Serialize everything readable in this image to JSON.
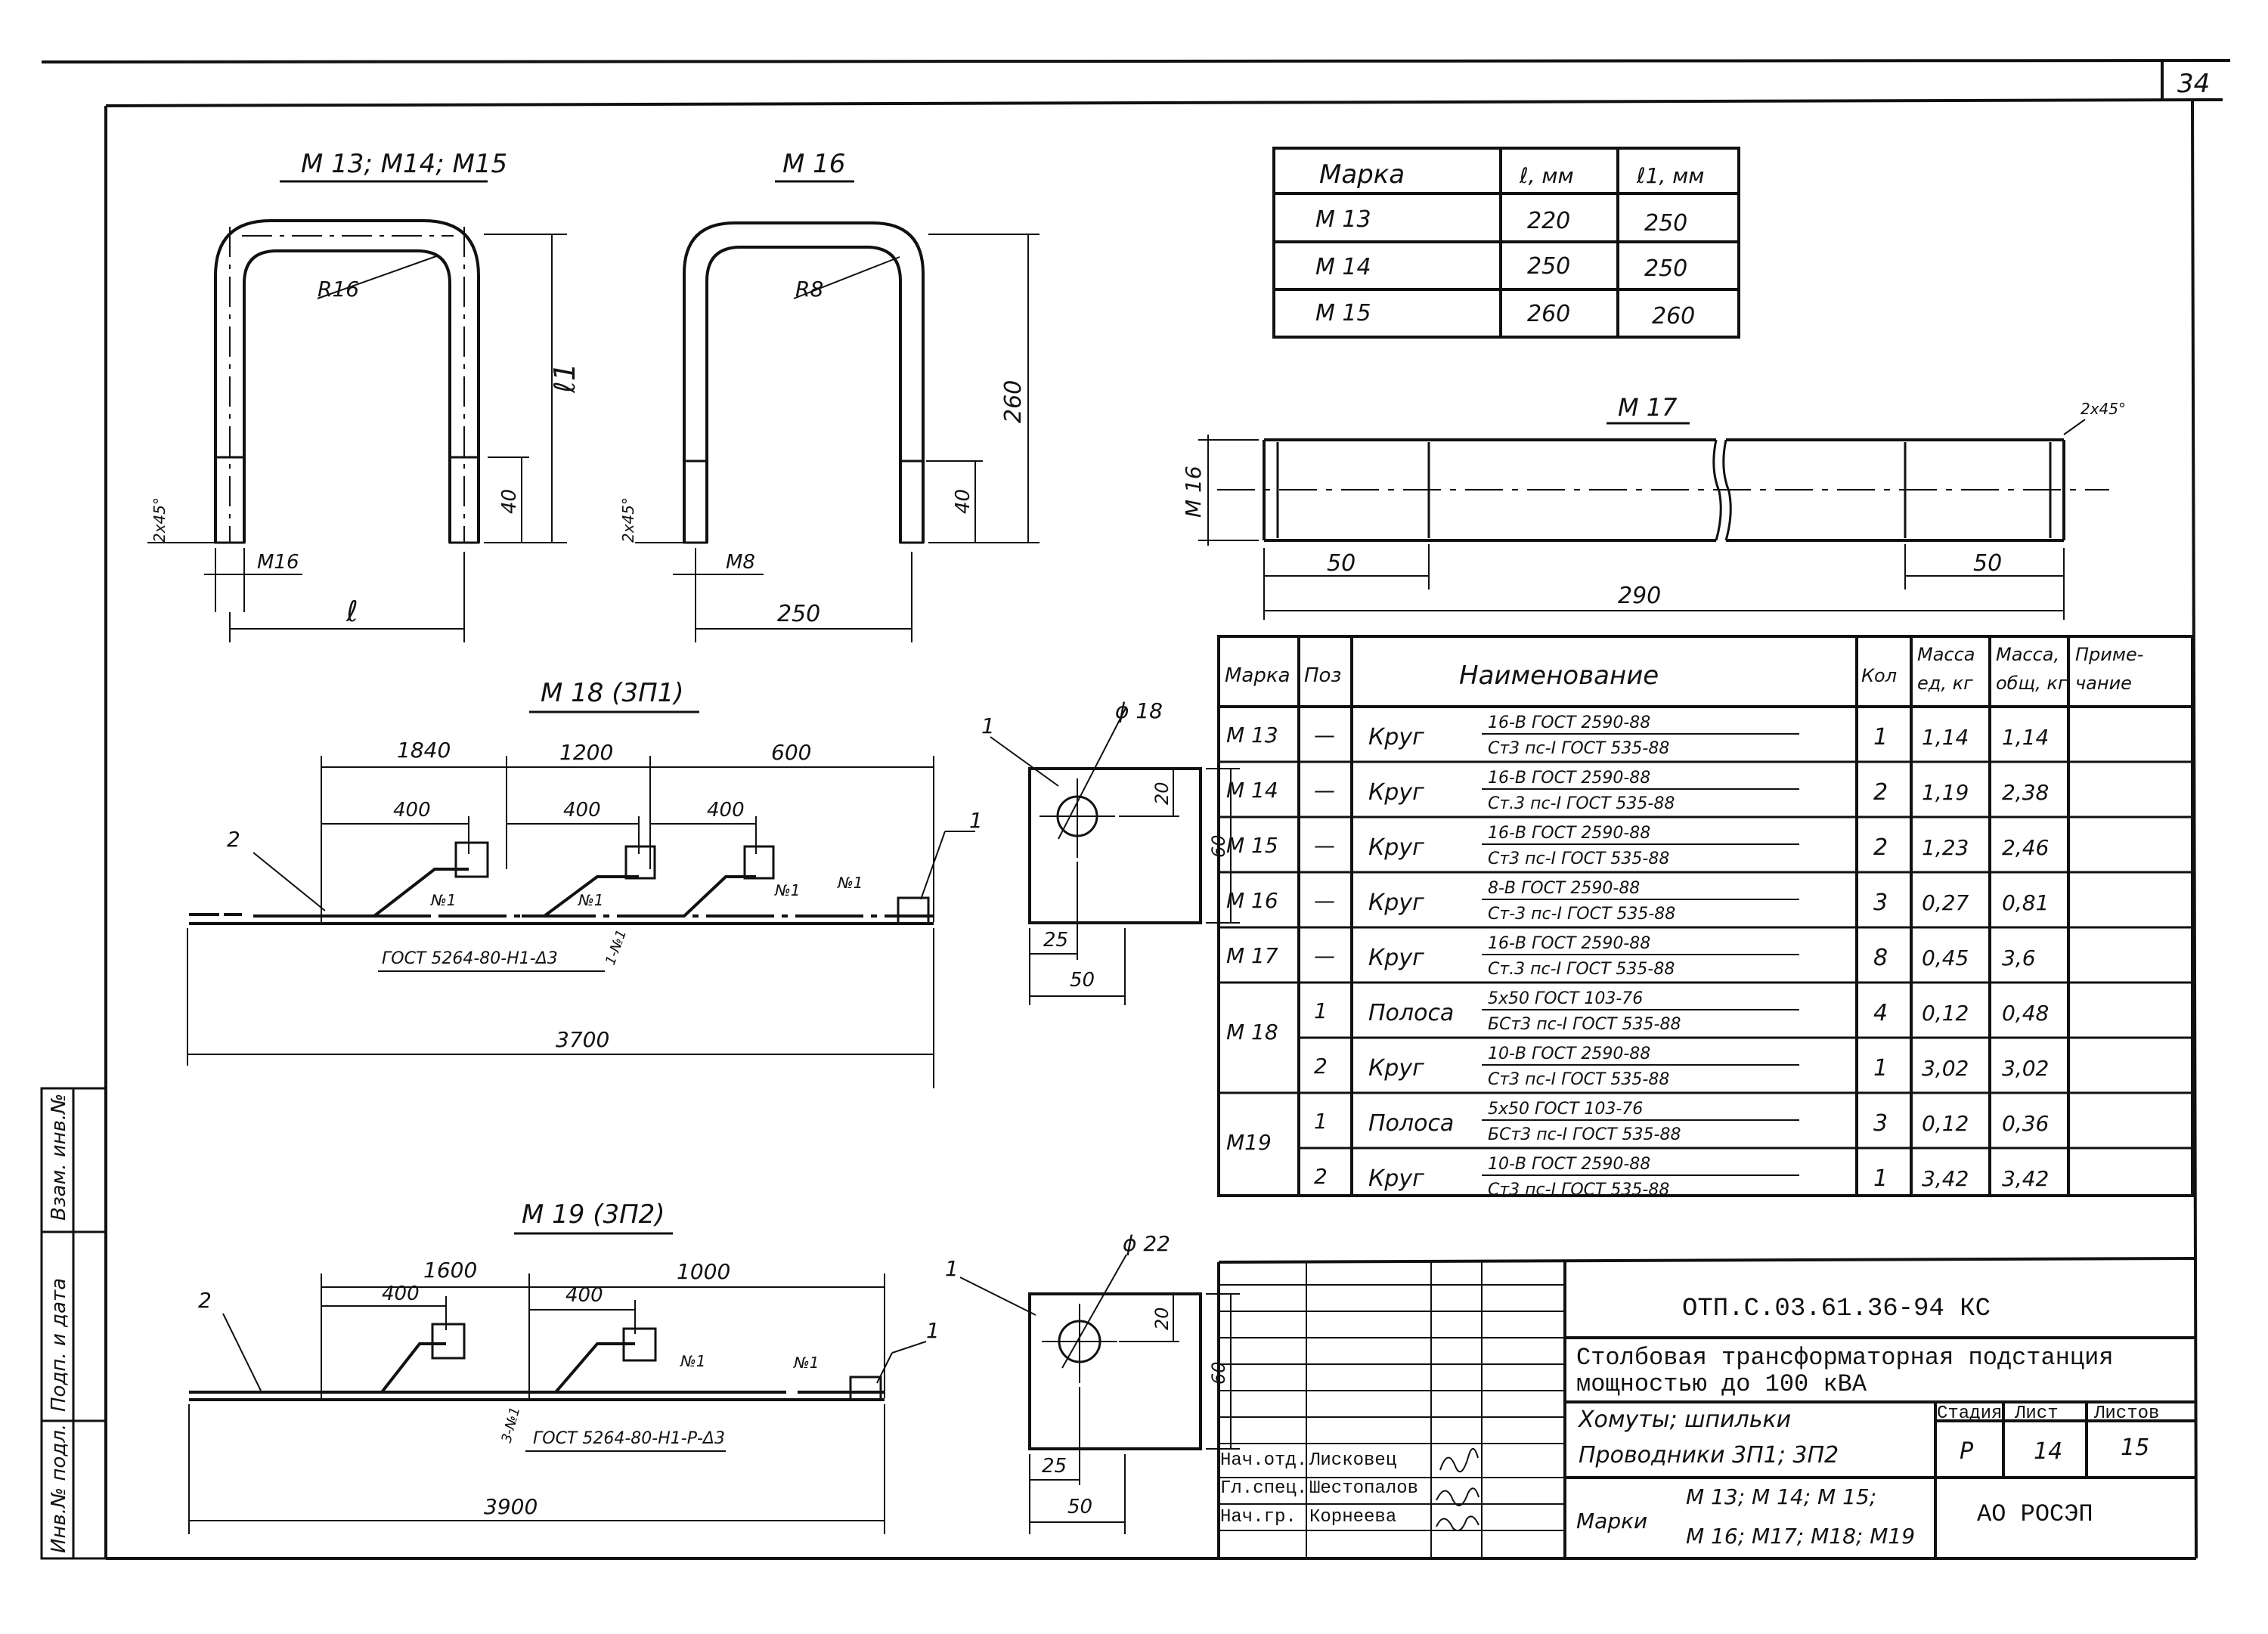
{
  "sheet_no": "34",
  "parts": {
    "m13_title": "М 13; М14; М15",
    "m13_radius": "R16",
    "m13_height": "ℓ1",
    "m13_thread_len": "40",
    "m13_chamfer": "2х45°",
    "m13_dia": "М16",
    "m13_width": "ℓ",
    "m16_title": "М 16",
    "m16_radius": "R8",
    "m16_height": "260",
    "m16_thread_len": "40",
    "m16_chamfer": "2х45°",
    "m16_dia": "М8",
    "m16_width": "250",
    "m17_title": "М 17",
    "m17_chamfer": "2х45°",
    "m17_dia": "М 16",
    "m17_left": "50",
    "m17_right": "50",
    "m17_total": "290",
    "m18_title": "М 18 (3П1)",
    "m18_d1": "1840",
    "m18_d2": "1200",
    "m18_d3": "600",
    "m18_off1": "400",
    "m18_off2": "400",
    "m18_off3": "400",
    "m18_pos2": "2",
    "m18_pos1": "1",
    "m18_n1": "№1",
    "m18_n2": "№1",
    "m18_n3": "№1",
    "m18_n4": "№1",
    "m18_gost": "ГОСТ 5264-80-Н1-Δ3",
    "m18_weld": "1-№1",
    "m18_total": "3700",
    "m19_title": "М 19 (3П2)",
    "m19_d1": "1600",
    "m19_d2": "1000",
    "m19_off1": "400",
    "m19_off2": "400",
    "m19_pos2": "2",
    "m19_pos1": "1",
    "m19_n1": "№1",
    "m19_n2": "№1",
    "m19_gost": "ГОСТ 5264-80-Н1-Р-Δ3",
    "m19_weld": "3-№1",
    "m19_total": "3900",
    "plate1_pos": "1",
    "plate1_hole": "ϕ 18",
    "plate1_h1": "20",
    "plate1_h2": "60",
    "plate1_w1": "25",
    "plate1_w2": "50",
    "plate2_pos": "1",
    "plate2_hole": "ϕ 22",
    "plate2_h1": "20",
    "plate2_h2": "60",
    "plate2_w1": "25",
    "plate2_w2": "50"
  },
  "size_table": {
    "headers": [
      "Марка",
      "ℓ, мм",
      "ℓ1, мм"
    ],
    "rows": [
      [
        "М 13",
        "220",
        "250"
      ],
      [
        "М 14",
        "250",
        "250"
      ],
      [
        "М 15",
        "260",
        "260"
      ]
    ]
  },
  "spec_table": {
    "headers": [
      "Марка",
      "Поз",
      "Наименование",
      "Кол",
      "Масса ед, кг",
      "Масса общ, кг",
      "Приме- чание"
    ],
    "rows": [
      {
        "mark": "М 13",
        "pos": "—",
        "name": "Круг",
        "std1": "16-В    ГОСТ 2590-88",
        "std2": "Ст3 пс-I  ГОСТ 535-88",
        "qty": "1",
        "m1": "1,14",
        "m2": "1,14"
      },
      {
        "mark": "М 14",
        "pos": "—",
        "name": "Круг",
        "std1": "16-В    ГОСТ 2590-88",
        "std2": "Ст.3 пс-I  ГОСТ 535-88",
        "qty": "2",
        "m1": "1,19",
        "m2": "2,38"
      },
      {
        "mark": "М 15",
        "pos": "—",
        "name": "Круг",
        "std1": "16-В    ГОСТ 2590-88",
        "std2": "Ст3 пс-I  ГОСТ 535-88",
        "qty": "2",
        "m1": "1,23",
        "m2": "2,46"
      },
      {
        "mark": "М 16",
        "pos": "—",
        "name": "Круг",
        "std1": "8-В    ГОСТ 2590-88",
        "std2": "Ст-3 пс-I  ГОСТ 535-88",
        "qty": "3",
        "m1": "0,27",
        "m2": "0,81"
      },
      {
        "mark": "М 17",
        "pos": "—",
        "name": "Круг",
        "std1": "16-В    ГОСТ 2590-88",
        "std2": "Ст.3 пс-I  ГОСТ 535-88",
        "qty": "8",
        "m1": "0,45",
        "m2": "3,6"
      },
      {
        "mark": "М 18",
        "pos": "1",
        "name": "Полоса",
        "std1": "5х50    ГОСТ 103-76",
        "std2": "БСт3 пс-I  ГОСТ 535-88",
        "qty": "4",
        "m1": "0,12",
        "m2": "0,48"
      },
      {
        "mark": "",
        "pos": "2",
        "name": "Круг",
        "std1": "10-В    ГОСТ 2590-88",
        "std2": "Ст3 пс-I  ГОСТ 535-88",
        "qty": "1",
        "m1": "3,02",
        "m2": "3,02"
      },
      {
        "mark": "М19",
        "pos": "1",
        "name": "Полоса",
        "std1": "5х50    ГОСТ 103-76",
        "std2": "БСт3 пс-I  ГОСТ 535-88",
        "qty": "3",
        "m1": "0,12",
        "m2": "0,36"
      },
      {
        "mark": "",
        "pos": "2",
        "name": "Круг",
        "std1": "10-В    ГОСТ 2590-88",
        "std2": "Ст3 пс-I  ГОСТ 535-88",
        "qty": "1",
        "m1": "3,42",
        "m2": "3,42"
      }
    ]
  },
  "title_block": {
    "code": "ОТП.С.03.61.36-94 КС",
    "project_line1": "Столбовая трансформаторная подстанция",
    "project_line2": "мощностью до 100 кВА",
    "sheet_title_line1": "Хомуты;   шпильки",
    "sheet_title_line2": "Проводники  3П1;  3П2",
    "marks_label": "Марки",
    "marks_line1": "М 13;  М 14;  М 15;",
    "marks_line2": "М 16;  М17; М18; М19",
    "stage_label": "Стадия",
    "sheet_label": "Лист",
    "sheets_label": "Листов",
    "stage": "Р",
    "sheet": "14",
    "sheets": "15",
    "org": "АО РОСЭП",
    "signers": [
      {
        "role": "Нач.отд.",
        "name": "Лисковец"
      },
      {
        "role": "Гл.спец.",
        "name": "Шестопалов"
      },
      {
        "role": "Нач.гр.",
        "name": "Корнеева"
      }
    ]
  },
  "side_stamp": [
    "Взам. инв.№",
    "Подп. и дата",
    "Инв.№ подл."
  ]
}
